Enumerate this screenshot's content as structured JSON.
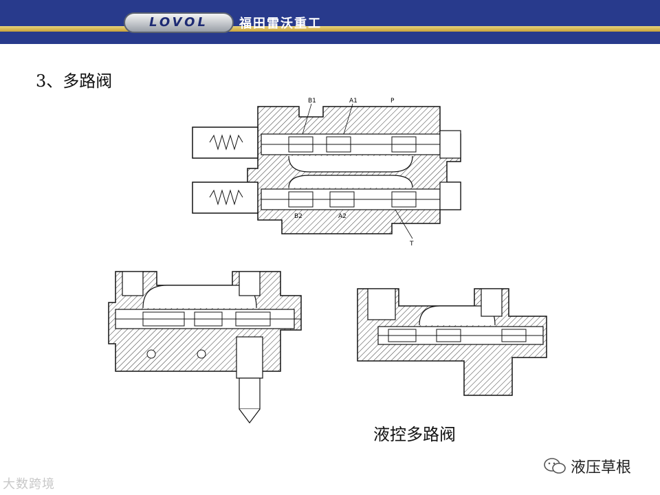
{
  "header": {
    "brand_logo": "LOVOL",
    "company_name": "福田雷沃重工"
  },
  "slide": {
    "section_title": "3、多路阀",
    "caption": "液控多路阀"
  },
  "diagram_labels": {
    "b1": "B1",
    "a1": "A1",
    "p": "P",
    "b2": "B2",
    "a2": "A2",
    "t": "T"
  },
  "footer": {
    "wechat_account": "液压草根",
    "watermark": "大数跨境"
  }
}
